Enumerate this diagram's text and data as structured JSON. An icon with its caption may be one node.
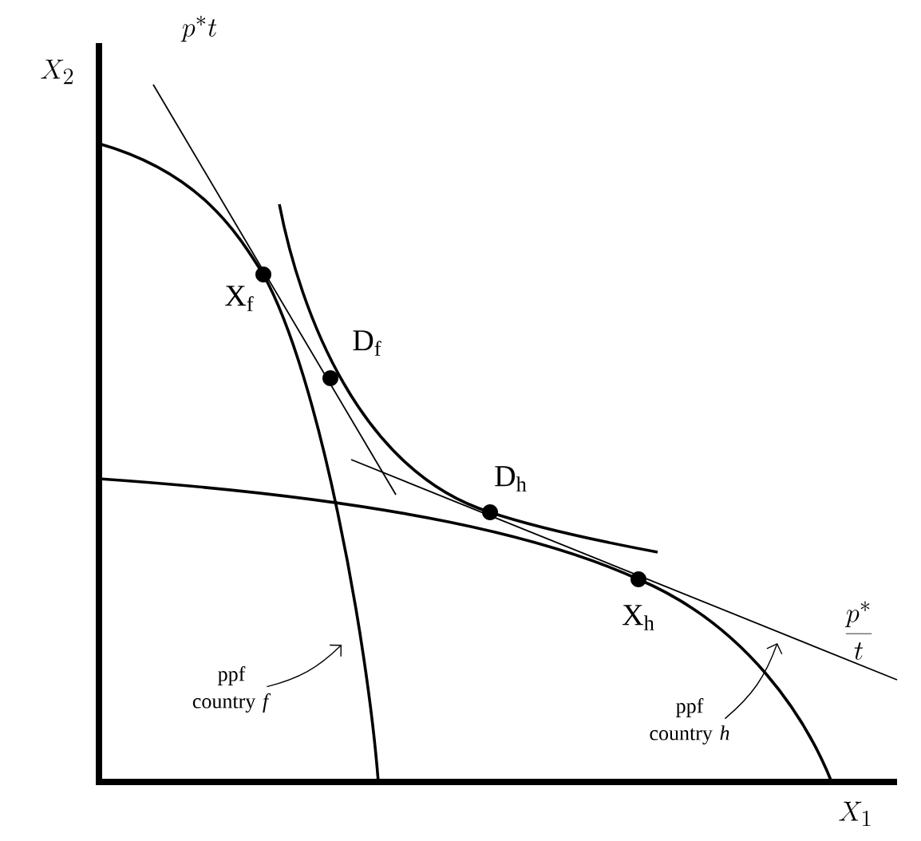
{
  "diagram": {
    "nodes": [
      {
        "text": [
          "ppf country *f*"
        ]
      },
      {
        "text": [
          "ppf country *h*"
        ]
      }
    ],
    "edges": [
      {
        "from": 0,
        "to": null,
        "arrow": "to"
      },
      {
        "from": 1,
        "to": null,
        "arrow": "to"
      }
    ],
    "labels": [
      "X_2",
      "p^*t",
      "\\mathrm{X}_\\mathrm{f}",
      "\\mathrm{D}_\\mathrm{f}",
      "\\mathrm{D}_\\mathrm{h}",
      "\\mathrm{X}_\\mathrm{h}",
      "\\frac{p^*}{t}",
      "X_1"
    ]
  }
}
